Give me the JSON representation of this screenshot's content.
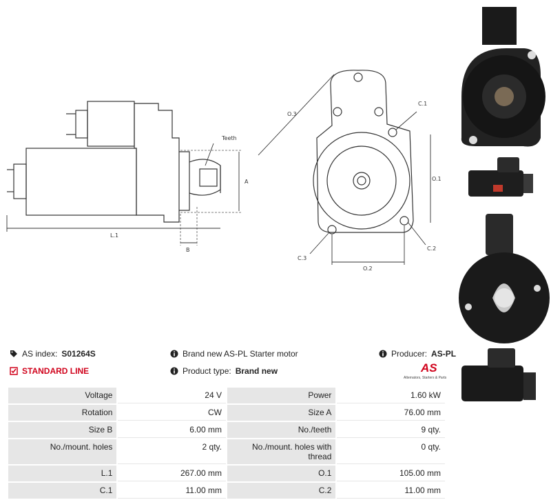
{
  "drawing_labels": {
    "teeth": "Teeth",
    "a": "A",
    "l1": "L.1",
    "b": "B",
    "o3": "O.3",
    "c1": "C.1",
    "o1": "O.1",
    "c3": "C.3",
    "o2": "O.2",
    "c2": "C.2"
  },
  "info": {
    "as_index_label": "AS index:",
    "as_index_value": "S01264S",
    "standard_line": "STANDARD LINE",
    "description": "Brand new AS-PL Starter motor",
    "product_type_label": "Product type:",
    "product_type_value": "Brand new",
    "producer_label": "Producer:",
    "producer_value": "AS-PL"
  },
  "logo": {
    "mark": "AS",
    "subtitle": "Alternators, Starters & Parts"
  },
  "colors": {
    "accent": "#d0021b",
    "label_bg": "#e6e6e6"
  },
  "specs": [
    {
      "l1": "Voltage",
      "v1": "24 V",
      "l2": "Power",
      "v2": "1.60 kW"
    },
    {
      "l1": "Rotation",
      "v1": "CW",
      "l2": "Size A",
      "v2": "76.00 mm"
    },
    {
      "l1": "Size B",
      "v1": "6.00 mm",
      "l2": "No./teeth",
      "v2": "9 qty."
    },
    {
      "l1": "No./mount. holes",
      "v1": "2 qty.",
      "l2": "No./mount. holes with thread",
      "v2": "0 qty."
    },
    {
      "l1": "L.1",
      "v1": "267.00 mm",
      "l2": "O.1",
      "v2": "105.00 mm"
    },
    {
      "l1": "C.1",
      "v1": "11.00 mm",
      "l2": "C.2",
      "v2": "11.00 mm"
    }
  ]
}
